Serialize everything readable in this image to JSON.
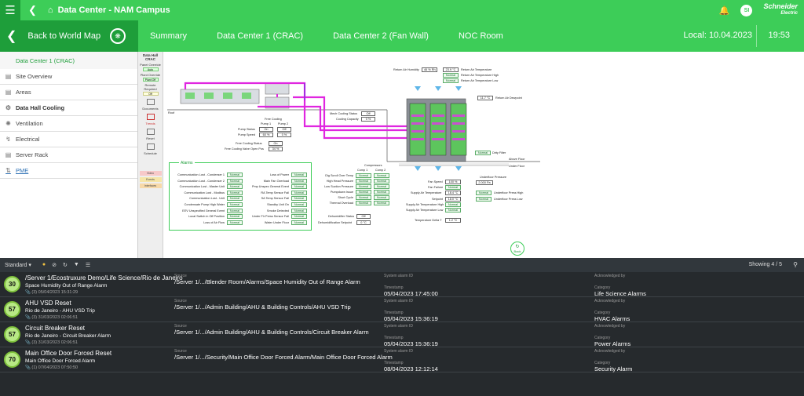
{
  "topbar": {
    "title": "Data Center - NAM Campus",
    "avatar": "SI",
    "brand_line1": "Schneider",
    "brand_line2": "Electric"
  },
  "nav": {
    "back_label": "Back to World Map",
    "tabs": [
      "Summary",
      "Data Center 1 (CRAC)",
      "Data Center 2 (Fan Wall)",
      "NOC Room"
    ],
    "local": "Local: 10.04.2023",
    "time": "19:53"
  },
  "sidebar": {
    "header": "Data Center 1 (CRAC)",
    "items": [
      "Site Overview",
      "Areas",
      "Data Hall Cooling",
      "Ventilation",
      "Electrical",
      "Server Rack",
      "PME"
    ]
  },
  "tools": {
    "title": "Data Hall CRAC",
    "panel_override": "Panel Override",
    "panel_override_val": "Auto",
    "plant_override": "Plant Override",
    "plant_override_val": "Plant Off",
    "remote_required": "Remote Required",
    "remote_required_val": "Off",
    "documents": "Documents",
    "trends": "Trends",
    "reset": "Reset",
    "schedule": "Schedule",
    "chips": [
      "Video",
      "Events",
      "Interfaces"
    ]
  },
  "canvas": {
    "roof": "Roof",
    "free_cooling": "Free Cooling",
    "pump1": "Pump 1",
    "pump2": "Pump 2",
    "pump_status": "Pump Status",
    "pump_status_v1": "On",
    "pump_status_v2": "Off",
    "pump_speed": "Pump Speed",
    "pump_speed_v1": "60 %",
    "pump_speed_v2": "0 %",
    "free_cooling_status": "Free Cooling Status",
    "free_cooling_status_v": "On",
    "free_cooling_valve": "Free Cooling Valve Open Pos",
    "free_cooling_valve_v": "34 %",
    "mech_cooling_status": "Mech Cooling Status",
    "mech_cooling_status_v": "Off",
    "cooling_capacity": "Cooling Capacity",
    "cooling_capacity_v": "0 %",
    "return_air_humidity": "Return Air Humidity",
    "return_air_humidity_v": "46 % Rh",
    "return_air_temp_v": "23.9 °C",
    "return_air_temp": "Return Air Temperature",
    "return_air_temp_high": "Return Air Temperature High",
    "return_air_temp_low": "Return Air Temperature Low",
    "return_air_dewpoint_v": "11.7 °C",
    "return_air_dewpoint": "Return Air Dewpoint",
    "dirty_filter": "Dirty Filter",
    "above_floor": "Above Floor",
    "under_floor": "Under Floor",
    "compressors": "Compressors",
    "comp1": "Comp 1",
    "comp2": "Comp 2",
    "comp_labels": [
      "Dig Scroll Over Temp",
      "High Head Pressure",
      "Low Suction Pressure",
      "Pumpdown Issue",
      "Short Cycle",
      "Thermal Overload"
    ],
    "dehumidifier_status": "Dehumidifier Status",
    "dehumidifier_status_v": "Off",
    "dehum_setpoint": "Dehumidification Setpoint",
    "dehum_setpoint_v": "0 °C",
    "fan_speed": "Fan Speed",
    "fan_speed_v": "100 %",
    "fan_failure": "Fan Failure",
    "supply_air_temp": "Supply Air Temperature",
    "supply_air_temp_v": "18.4 °C",
    "setpoint": "Setpoint",
    "setpoint_v": "18.0 °C",
    "supply_air_high": "Supply Air Temperature High",
    "supply_air_low": "Supply Air Temperature Low",
    "temp_delta": "Temperature Delta T",
    "temp_delta_v": "1.2 °C",
    "underfloor_pressure": "Underfloor Pressure",
    "underfloor_pressure_v": "2.000 Pa",
    "underfloor_high": "Underfloor Press High",
    "underfloor_low": "Underfloor Press Low",
    "normal": "Normal",
    "back": "Back"
  },
  "alarms": {
    "title": "Alarms",
    "left": [
      "Communication Lost - Condenser 1",
      "Communication Lost - Condenser 2",
      "Communication Lost - Master Unit",
      "Communication Lost - Modbus",
      "Communication Lost - Unit",
      "Condensate Pump High Water",
      "EEV Unspecified General Event",
      "Local Switch in Off Position",
      "Loss of Air Flow"
    ],
    "right": [
      "Loss of Power",
      "Main Fan Overload",
      "Pmp Unspec General Event",
      "RA Temp Sensor Fail",
      "SA Temp Sensor Fail",
      "Standby Unit On",
      "Smoke Detected",
      "Under Flr Press Sensor Fail",
      "Water Under Floor"
    ]
  },
  "grid": {
    "view": "Standard",
    "showing": "Showing 4 / 5",
    "col_source": "Source",
    "col_system_id": "System alarm ID",
    "col_ack": "Acknowledged by",
    "col_timestamp": "Timestamp",
    "col_category": "Category",
    "rows": [
      {
        "priority": "30",
        "title": "/Server 1/Ecostruxure Demo/Life Science/Rio de Janeiro",
        "sub": "Space Humidity Out of Range Alarm",
        "meta": "(3) 05/04/2023 15:31:29",
        "source": "/Server 1/.../Blender Room/Alarms/Space Humidity Out of Range Alarm",
        "timestamp": "05/04/2023 17:45:00",
        "category": "Life Science Alarms"
      },
      {
        "priority": "57",
        "title": "AHU VSD Reset",
        "sub": "Rio de Janeiro - AHU VSD Trip",
        "meta": "(3) 31/03/2023 02:06:51",
        "source": "/Server 1/.../Admin Building/AHU & Building Controls/AHU VSD Trip",
        "timestamp": "05/04/2023 15:36:19",
        "category": "HVAC Alarms"
      },
      {
        "priority": "57",
        "title": "Circuit Breaker Reset",
        "sub": "Rio de Janeiro - Circuit Breaker Alarm",
        "meta": "(3) 31/03/2023 02:06:51",
        "source": "/Server 1/.../Admin Building/AHU & Building Controls/Circuit Breaker Alarm",
        "timestamp": "05/04/2023 15:36:19",
        "category": "Power Alarms"
      },
      {
        "priority": "70",
        "title": "Main Office Door Forced Reset",
        "sub": "Main Office Door Forced Alarm",
        "meta": "(1) 07/04/2023 07:50:50",
        "source": "/Server 1/.../Security/Main Office Door Forced Alarm/Main Office Door Forced Alarm",
        "timestamp": "08/04/2023 12:12:14",
        "category": "Security Alarm"
      }
    ]
  }
}
